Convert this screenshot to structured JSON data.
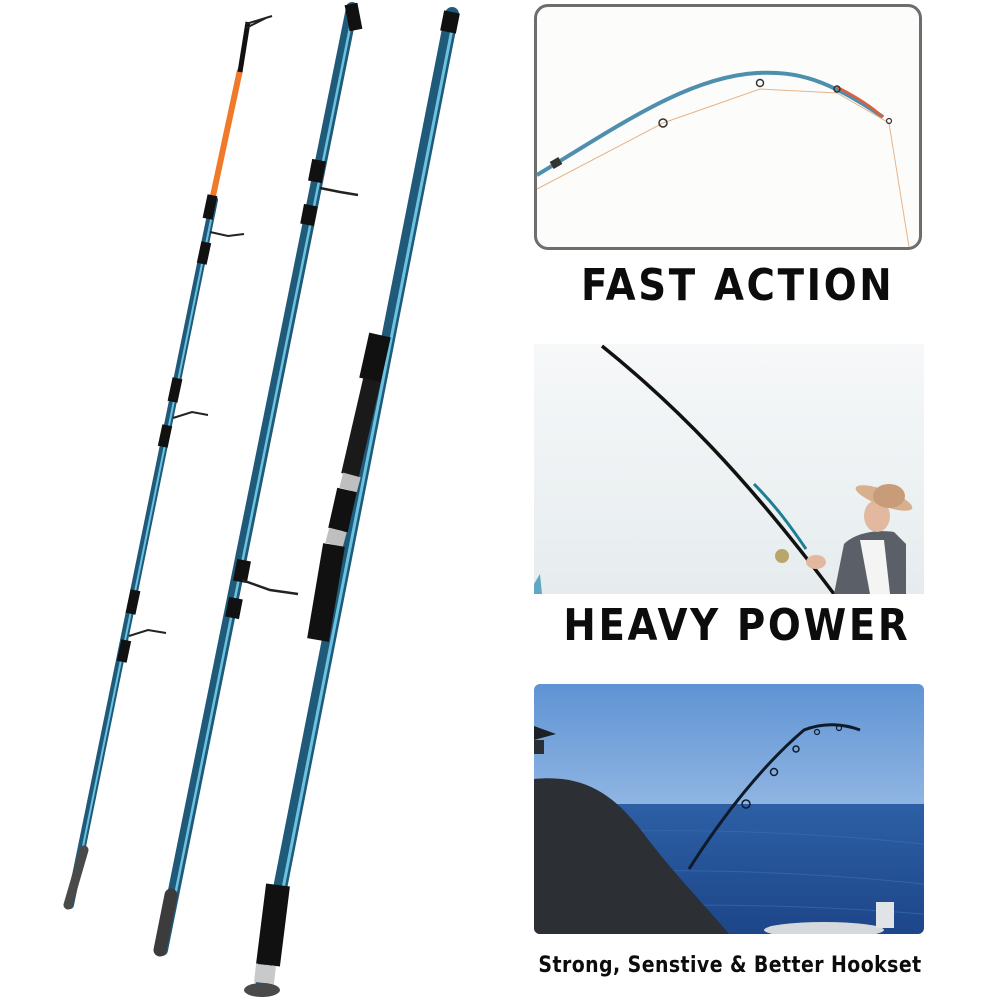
{
  "product": {
    "subject": "4-piece surf fishing rod",
    "rod_sections": [
      {
        "name": "tip-section",
        "features": [
          "orange-tip",
          "tip-top-guide",
          "line-guides"
        ]
      },
      {
        "name": "middle-section",
        "features": [
          "line-guides"
        ]
      },
      {
        "name": "butt-section",
        "features": [
          "eva-foam-grips",
          "reel-seat",
          "butt-cap"
        ]
      }
    ],
    "colors": {
      "rod_blue": "#1f5a7a",
      "rod_highlight": "#5fb7d6",
      "tip_orange": "#f07a2a",
      "grip_black": "#111111",
      "panel_border": "#6d6d6d",
      "text": "#0c0c0c"
    }
  },
  "features": [
    {
      "id": "fast-action",
      "caption": "FAST ACTION",
      "image": "bent-rod-closeup"
    },
    {
      "id": "heavy-power",
      "caption": "HEAVY POWER",
      "image": "angler-with-hat-fighting-fish"
    },
    {
      "id": "hookset",
      "caption": "Strong, Senstive & Better Hookset",
      "image": "angler-on-boat-ocean"
    }
  ]
}
